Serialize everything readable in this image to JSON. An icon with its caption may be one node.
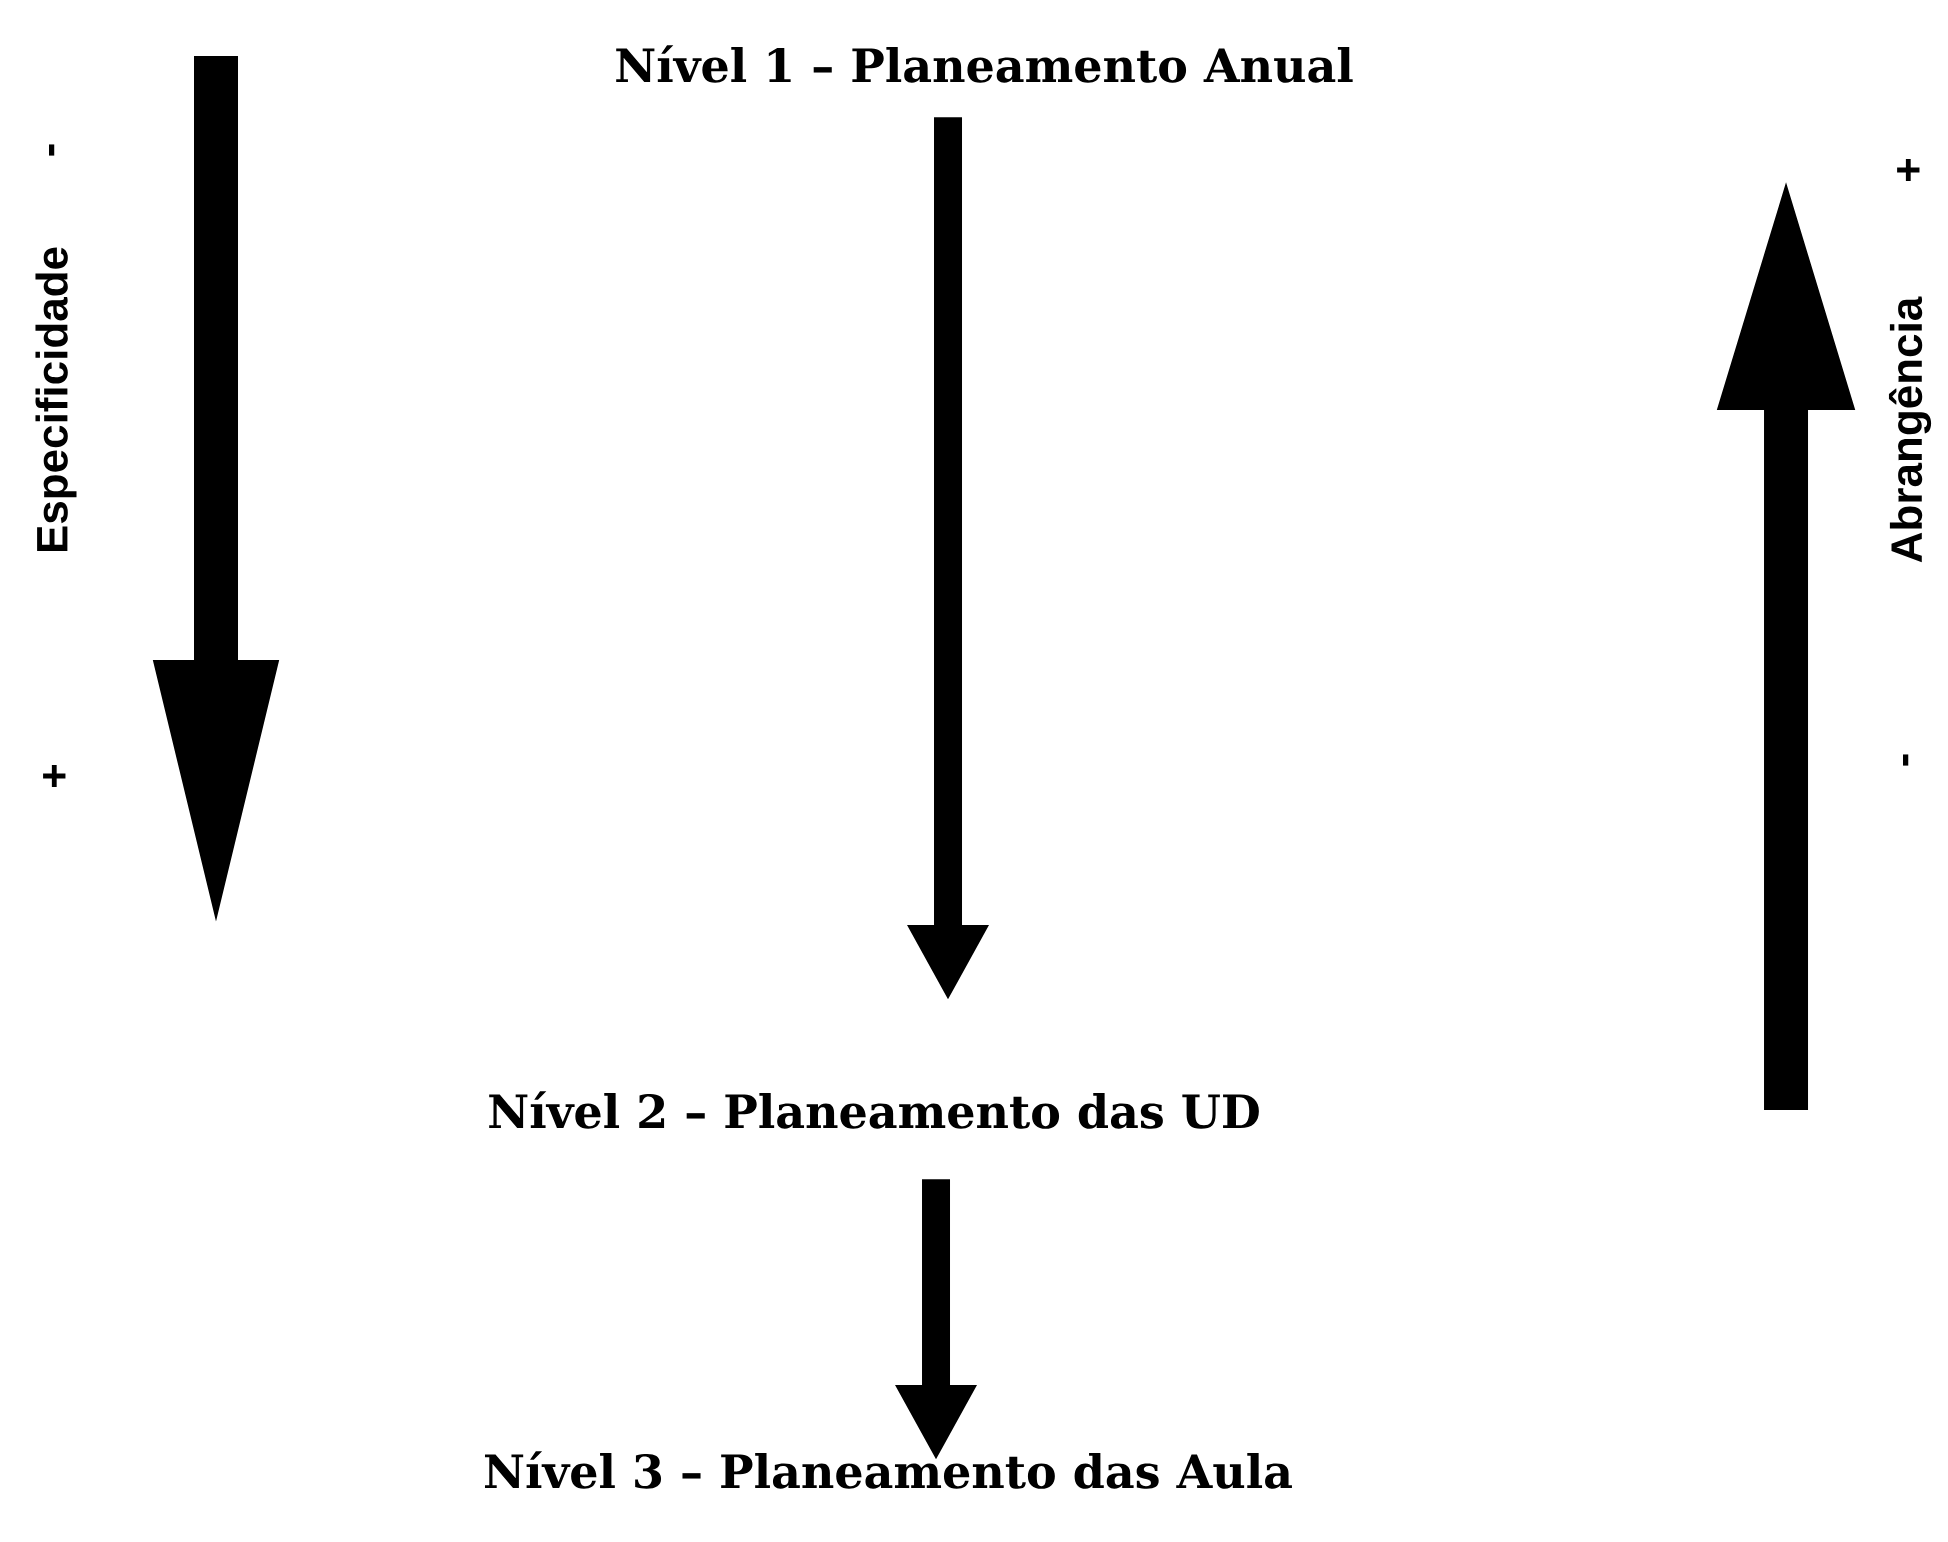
{
  "diagram": {
    "nodes": [
      {
        "text": [
          "Nível 1 – Planeamento Anual"
        ]
      },
      {
        "text": [
          "Nível 2 – Planeamento das UD"
        ]
      },
      {
        "text": [
          "Nível 3 – Planeamento das Aula"
        ]
      }
    ],
    "edges": [
      {
        "from": 0,
        "to": 1,
        "arrow": "to"
      },
      {
        "from": 1,
        "to": 2,
        "arrow": "to"
      }
    ],
    "labels": [
      "-",
      "Especificidade",
      "+",
      "+",
      "Abrangência",
      "-"
    ]
  }
}
